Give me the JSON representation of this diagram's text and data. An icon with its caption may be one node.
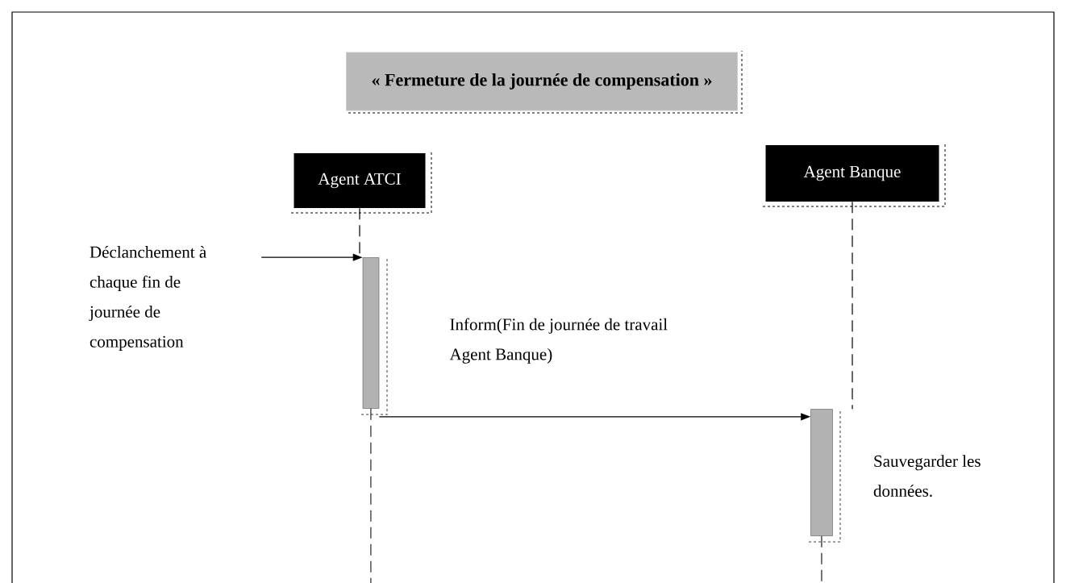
{
  "diagram": {
    "title": "« Fermeture de la journée de compensation »",
    "nodes": [
      {
        "text": [
          "Agent ATCI"
        ]
      },
      {
        "text": [
          "Agent Banque"
        ]
      },
      {
        "text": [],
        "shape": "bar"
      },
      {
        "text": [],
        "shape": "bar",
        "beside": [
          "Sauvegarder les données."
        ]
      },
      {
        "text": [
          "Déclanchement à chaque fin de journée de compensation"
        ]
      }
    ],
    "edges": [
      {
        "from": 0,
        "to": 2,
        "arrow": "none",
        "style": "dashed"
      },
      {
        "from": 2,
        "to": null,
        "arrow": "none",
        "style": "dashed"
      },
      {
        "from": 1,
        "to": 3,
        "arrow": "none",
        "style": "dashed"
      },
      {
        "from": 3,
        "to": null,
        "arrow": "none",
        "style": "dashed"
      },
      {
        "from": 4,
        "to": 2,
        "arrow": "to"
      },
      {
        "from": 2,
        "to": 3,
        "arrow": "to",
        "label": "Inform(Fin de journée de travail Agent Banque)"
      }
    ]
  }
}
